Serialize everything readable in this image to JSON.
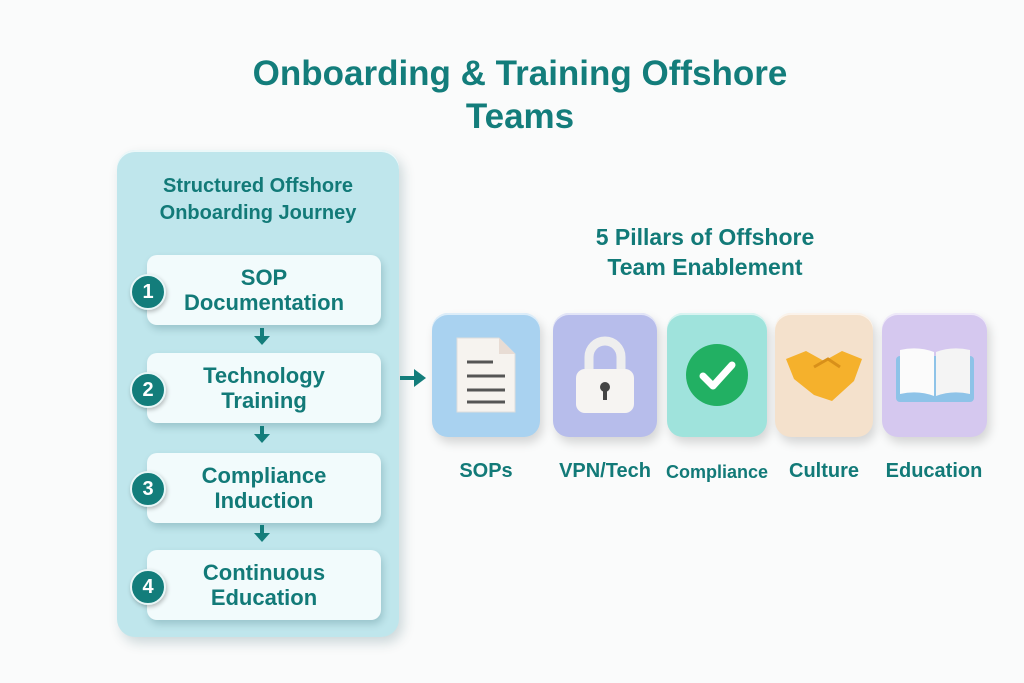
{
  "title": {
    "line1": "Onboarding & Training Offshore",
    "line2": "Teams"
  },
  "journey": {
    "heading1": "Structured Offshore",
    "heading2": "Onboarding Journey",
    "steps": [
      {
        "num": "1",
        "l1": "SOP",
        "l2": "Documentation"
      },
      {
        "num": "2",
        "l1": "Technology",
        "l2": "Training"
      },
      {
        "num": "3",
        "l1": "Compliance",
        "l2": "Induction"
      },
      {
        "num": "4",
        "l1": "Continuous",
        "l2": "Education"
      }
    ]
  },
  "pillars": {
    "heading1": "5 Pillars of Offshore",
    "heading2": "Team Enablement",
    "items": [
      {
        "label": "SOPs",
        "icon": "document-icon",
        "color": "#a9d2f0"
      },
      {
        "label": "VPN/Tech",
        "icon": "padlock-icon",
        "color": "#b7bdeb"
      },
      {
        "label": "Compliance",
        "icon": "checkmark-icon",
        "color": "#9fe3dc"
      },
      {
        "label": "Culture",
        "icon": "handshake-icon",
        "color": "#f4e1cc"
      },
      {
        "label": "Education",
        "icon": "book-icon",
        "color": "#d5c8ef"
      }
    ]
  }
}
